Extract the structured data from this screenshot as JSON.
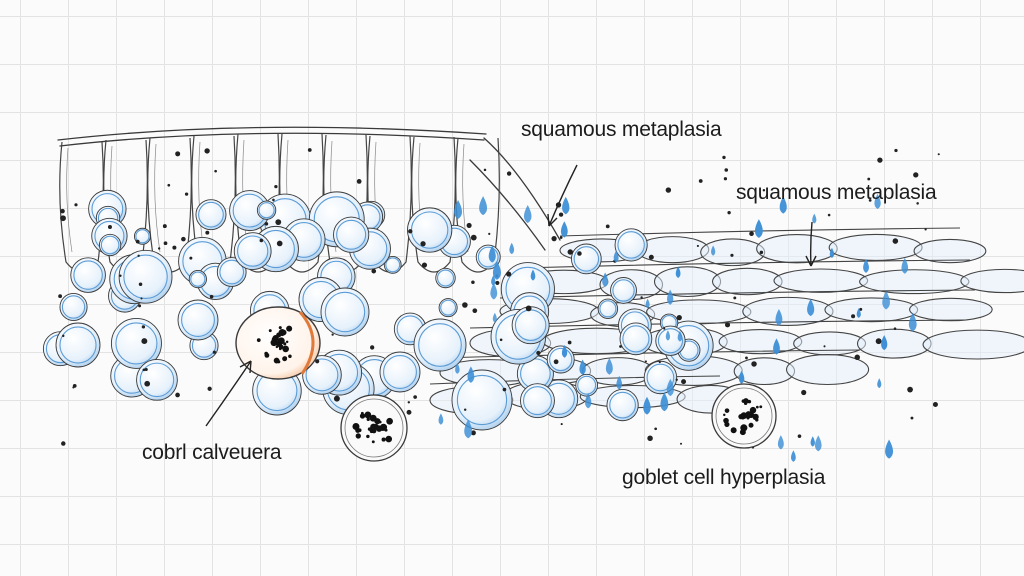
{
  "labels": {
    "top": "squamous metaplasia",
    "right": "squamous metaplasia",
    "left": "cobrl calveuera",
    "bottom": "goblet cell hyperplasia"
  },
  "colors": {
    "ink": "#3a3a3a",
    "cell_blue": "#5b9bd5",
    "cell_fill": "#e3f0fb",
    "droplet": "#3d8fd6",
    "accent_orange": "#e0793a",
    "grid": "#e3e3e3"
  }
}
